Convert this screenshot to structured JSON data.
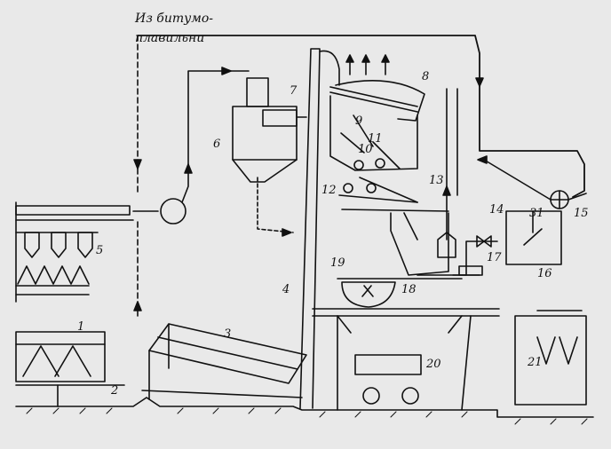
{
  "caption_line1": "Из битумо-",
  "caption_line2": "плавильни",
  "labels": [
    "1",
    "2",
    "3",
    "4",
    "5",
    "6",
    "7",
    "8",
    "9",
    "10",
    "11",
    "12",
    "13",
    "14",
    "15",
    "16",
    "17",
    "18",
    "19",
    "20",
    "21"
  ],
  "small_mark": "31",
  "colors": {
    "ink": "#111111",
    "paper": "#e9e9e9"
  }
}
